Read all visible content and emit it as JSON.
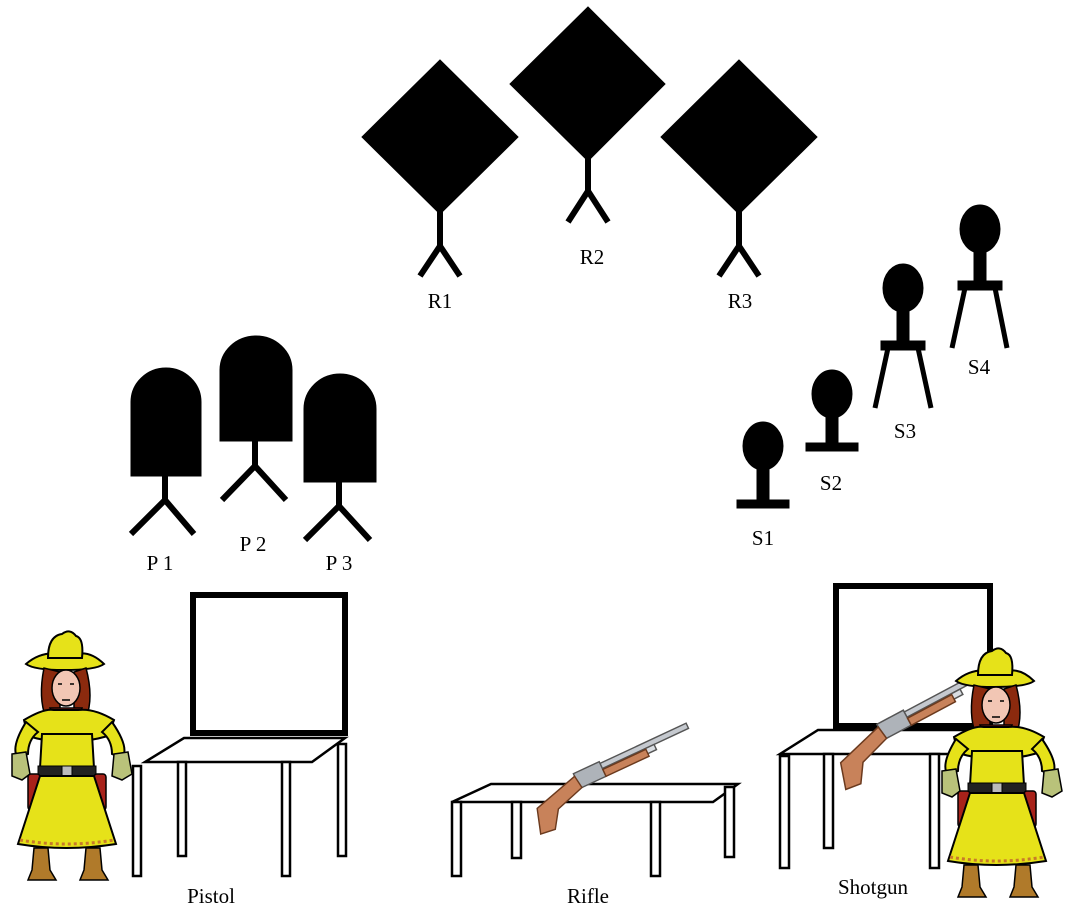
{
  "rifle_targets": {
    "labels": [
      "R1",
      "R2",
      "R3"
    ]
  },
  "pistol_targets": {
    "labels": [
      "P 1",
      "P 2",
      "P 3"
    ]
  },
  "shotgun_targets": {
    "labels": [
      "S1",
      "S2",
      "S3",
      "S4"
    ]
  },
  "stations": {
    "labels": [
      "Pistol",
      "Rifle",
      "Shotgun"
    ]
  },
  "colors": {
    "target": "#000000",
    "hat": "#e6e219",
    "dress": "#e6e219",
    "hair": "#8b2a0e",
    "skin": "#f2c6b4",
    "bandana": "#e0321e",
    "boots": "#b07a2a",
    "gloves": "#b9c27a",
    "rifle_stock": "#c8825a",
    "rifle_metal": "#c5c9cf"
  },
  "icons": [
    "diamond-target-icon",
    "rounded-target-icon",
    "knockdown-plate-icon",
    "cowgirl-icon",
    "rifle-icon",
    "table-icon"
  ]
}
